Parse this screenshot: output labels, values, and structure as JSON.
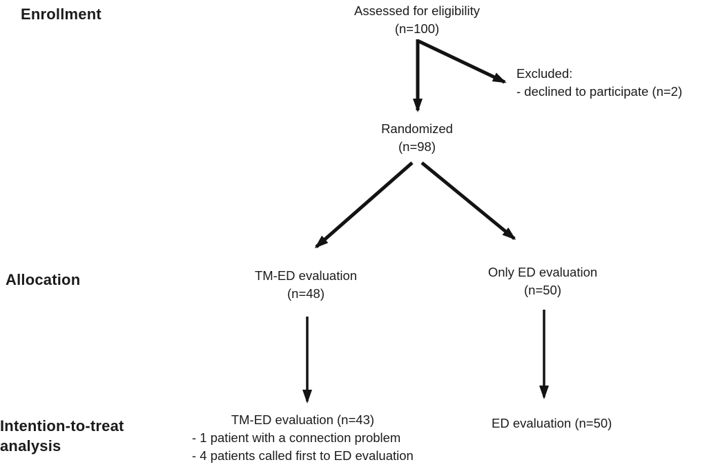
{
  "stages": {
    "enrollment": "Enrollment",
    "allocation": "Allocation",
    "itt_line1": "Intention-to-treat",
    "itt_line2": "analysis"
  },
  "nodes": {
    "assessed": {
      "line1": "Assessed for eligibility",
      "line2": "(n=100)"
    },
    "excluded": {
      "title": "Excluded:",
      "items": [
        "- declined to participate (n=2)"
      ]
    },
    "randomized": {
      "line1": "Randomized",
      "line2": "(n=98)"
    },
    "alloc_tmed": {
      "line1": "TM-ED evaluation",
      "line2": "(n=48)"
    },
    "alloc_ed": {
      "line1": "Only ED evaluation",
      "line2": "(n=50)"
    },
    "itt_tmed": {
      "title": "TM-ED evaluation (n=43)",
      "items": [
        "- 1 patient with a connection problem",
        "- 4 patients called first to ED evaluation"
      ]
    },
    "itt_ed": {
      "label": "ED evaluation (n=50)"
    }
  },
  "colors": {
    "background": "#ffffff",
    "text": "#1b1b1b",
    "arrow": "#131313"
  }
}
